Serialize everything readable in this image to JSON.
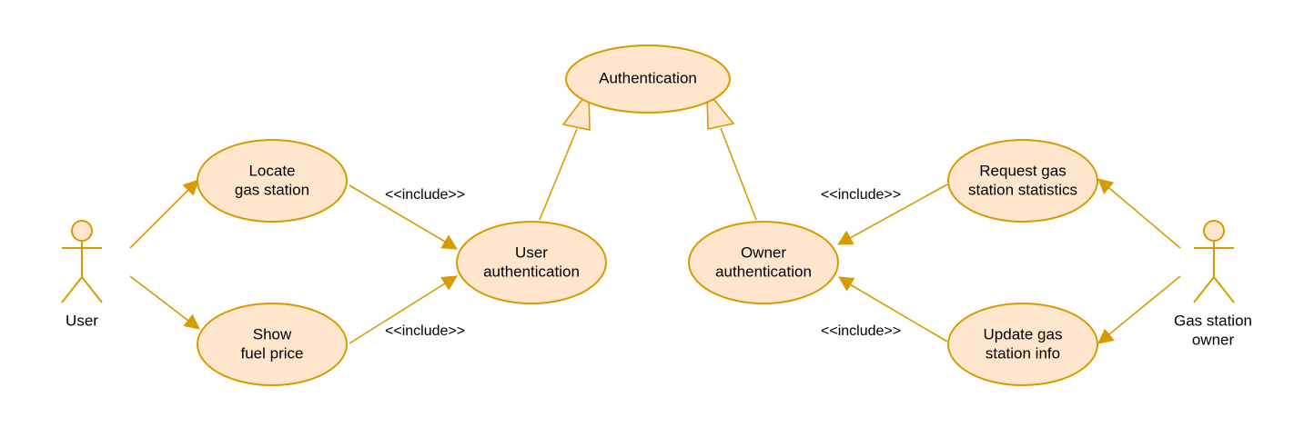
{
  "use_cases": {
    "authentication": [
      "Authentication"
    ],
    "locate_gas_station": [
      "Locate",
      "gas station"
    ],
    "show_fuel_price": [
      "Show",
      "fuel price"
    ],
    "user_authentication": [
      "User",
      "authentication"
    ],
    "owner_authentication": [
      "Owner",
      "authentication"
    ],
    "request_gas_station_statistics": [
      "Request gas",
      "station statistics"
    ],
    "update_gas_station_info": [
      "Update gas",
      "station info"
    ]
  },
  "actors": {
    "user": [
      "User"
    ],
    "gas_station_owner": [
      "Gas station",
      "owner"
    ]
  },
  "relations": {
    "include_label": "<<include>>"
  },
  "colors": {
    "fill": "#ffe6cc",
    "stroke": "#d79b00"
  }
}
